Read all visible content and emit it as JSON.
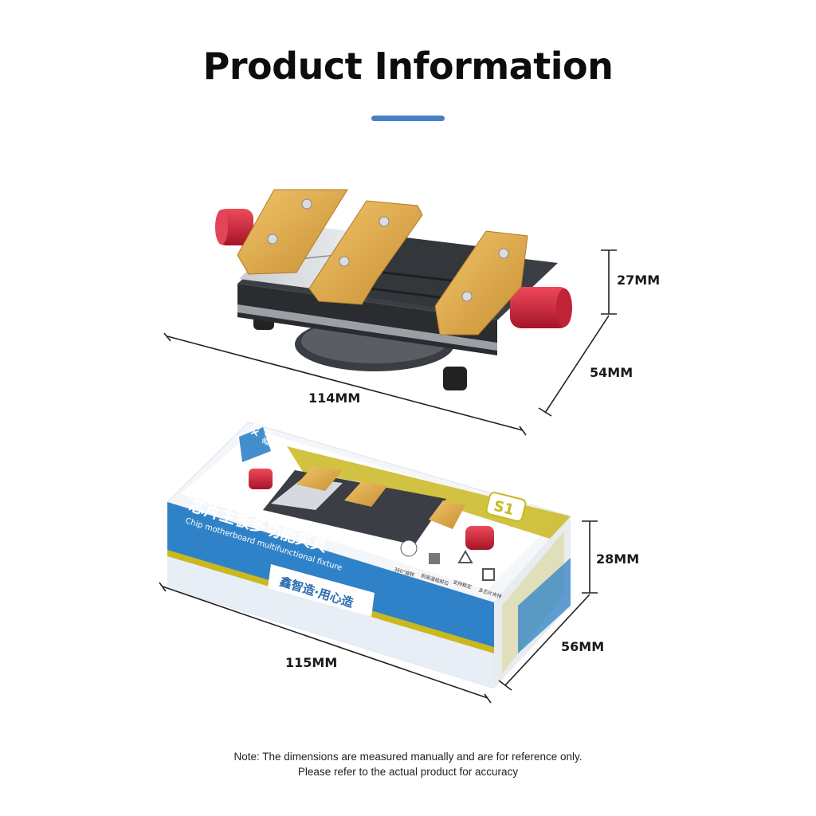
{
  "header": {
    "title": "Product Information"
  },
  "colors": {
    "accent": "#4a7fc6",
    "gold": "#e0a84a",
    "knob_red": "#d42a40",
    "box_blue": "#2f82c8",
    "box_yellow": "#c9b820"
  },
  "product": {
    "dims": {
      "length": "114MM",
      "height": "27MM",
      "width": "54MM"
    }
  },
  "package": {
    "brand": "XZZ",
    "brand_cn": "鑫智造",
    "model": "S1",
    "name_cn": "芯片主板多功能夹具",
    "name_en": "Chip motherboard multifunctional fixture",
    "slogan": "鑫智造·用心造",
    "features": [
      "360°旋转",
      "耐高温硅胶石",
      "支持稳定",
      "多芯片夹持"
    ],
    "dims": {
      "length": "115MM",
      "height": "28MM",
      "width": "56MM"
    }
  },
  "note": {
    "line1": "Note: The dimensions are measured manually and are for reference only.",
    "line2": "Please refer to the actual product for accuracy"
  }
}
